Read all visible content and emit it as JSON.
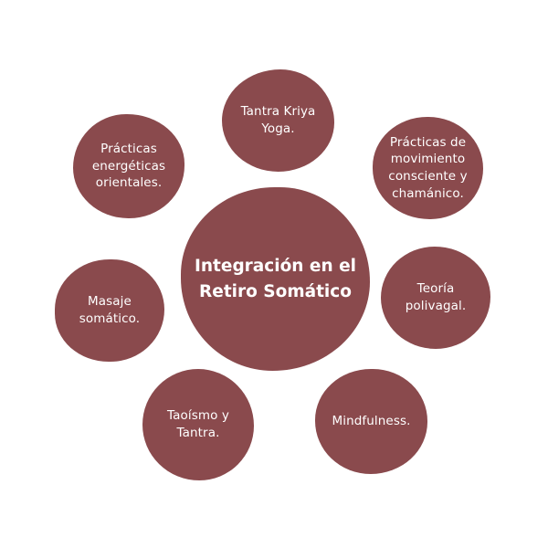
{
  "diagram": {
    "center": {
      "label": "Integración en el\nRetiro Somático"
    },
    "nodes": [
      {
        "label": "Tantra Kriya\nYoga."
      },
      {
        "label": "Prácticas\nenergéticas\norientales."
      },
      {
        "label": "Prácticas de\nmovimiento\nconsciente y\nchamánico."
      },
      {
        "label": "Masaje\nsomático."
      },
      {
        "label": "Teoría\npolivagal."
      },
      {
        "label": "Taoísmo y\nTantra."
      },
      {
        "label": "Mindfulness."
      }
    ],
    "colors": {
      "node_fill": "#8a4a4d",
      "text": "#ffffff",
      "background": "#ffffff"
    }
  }
}
